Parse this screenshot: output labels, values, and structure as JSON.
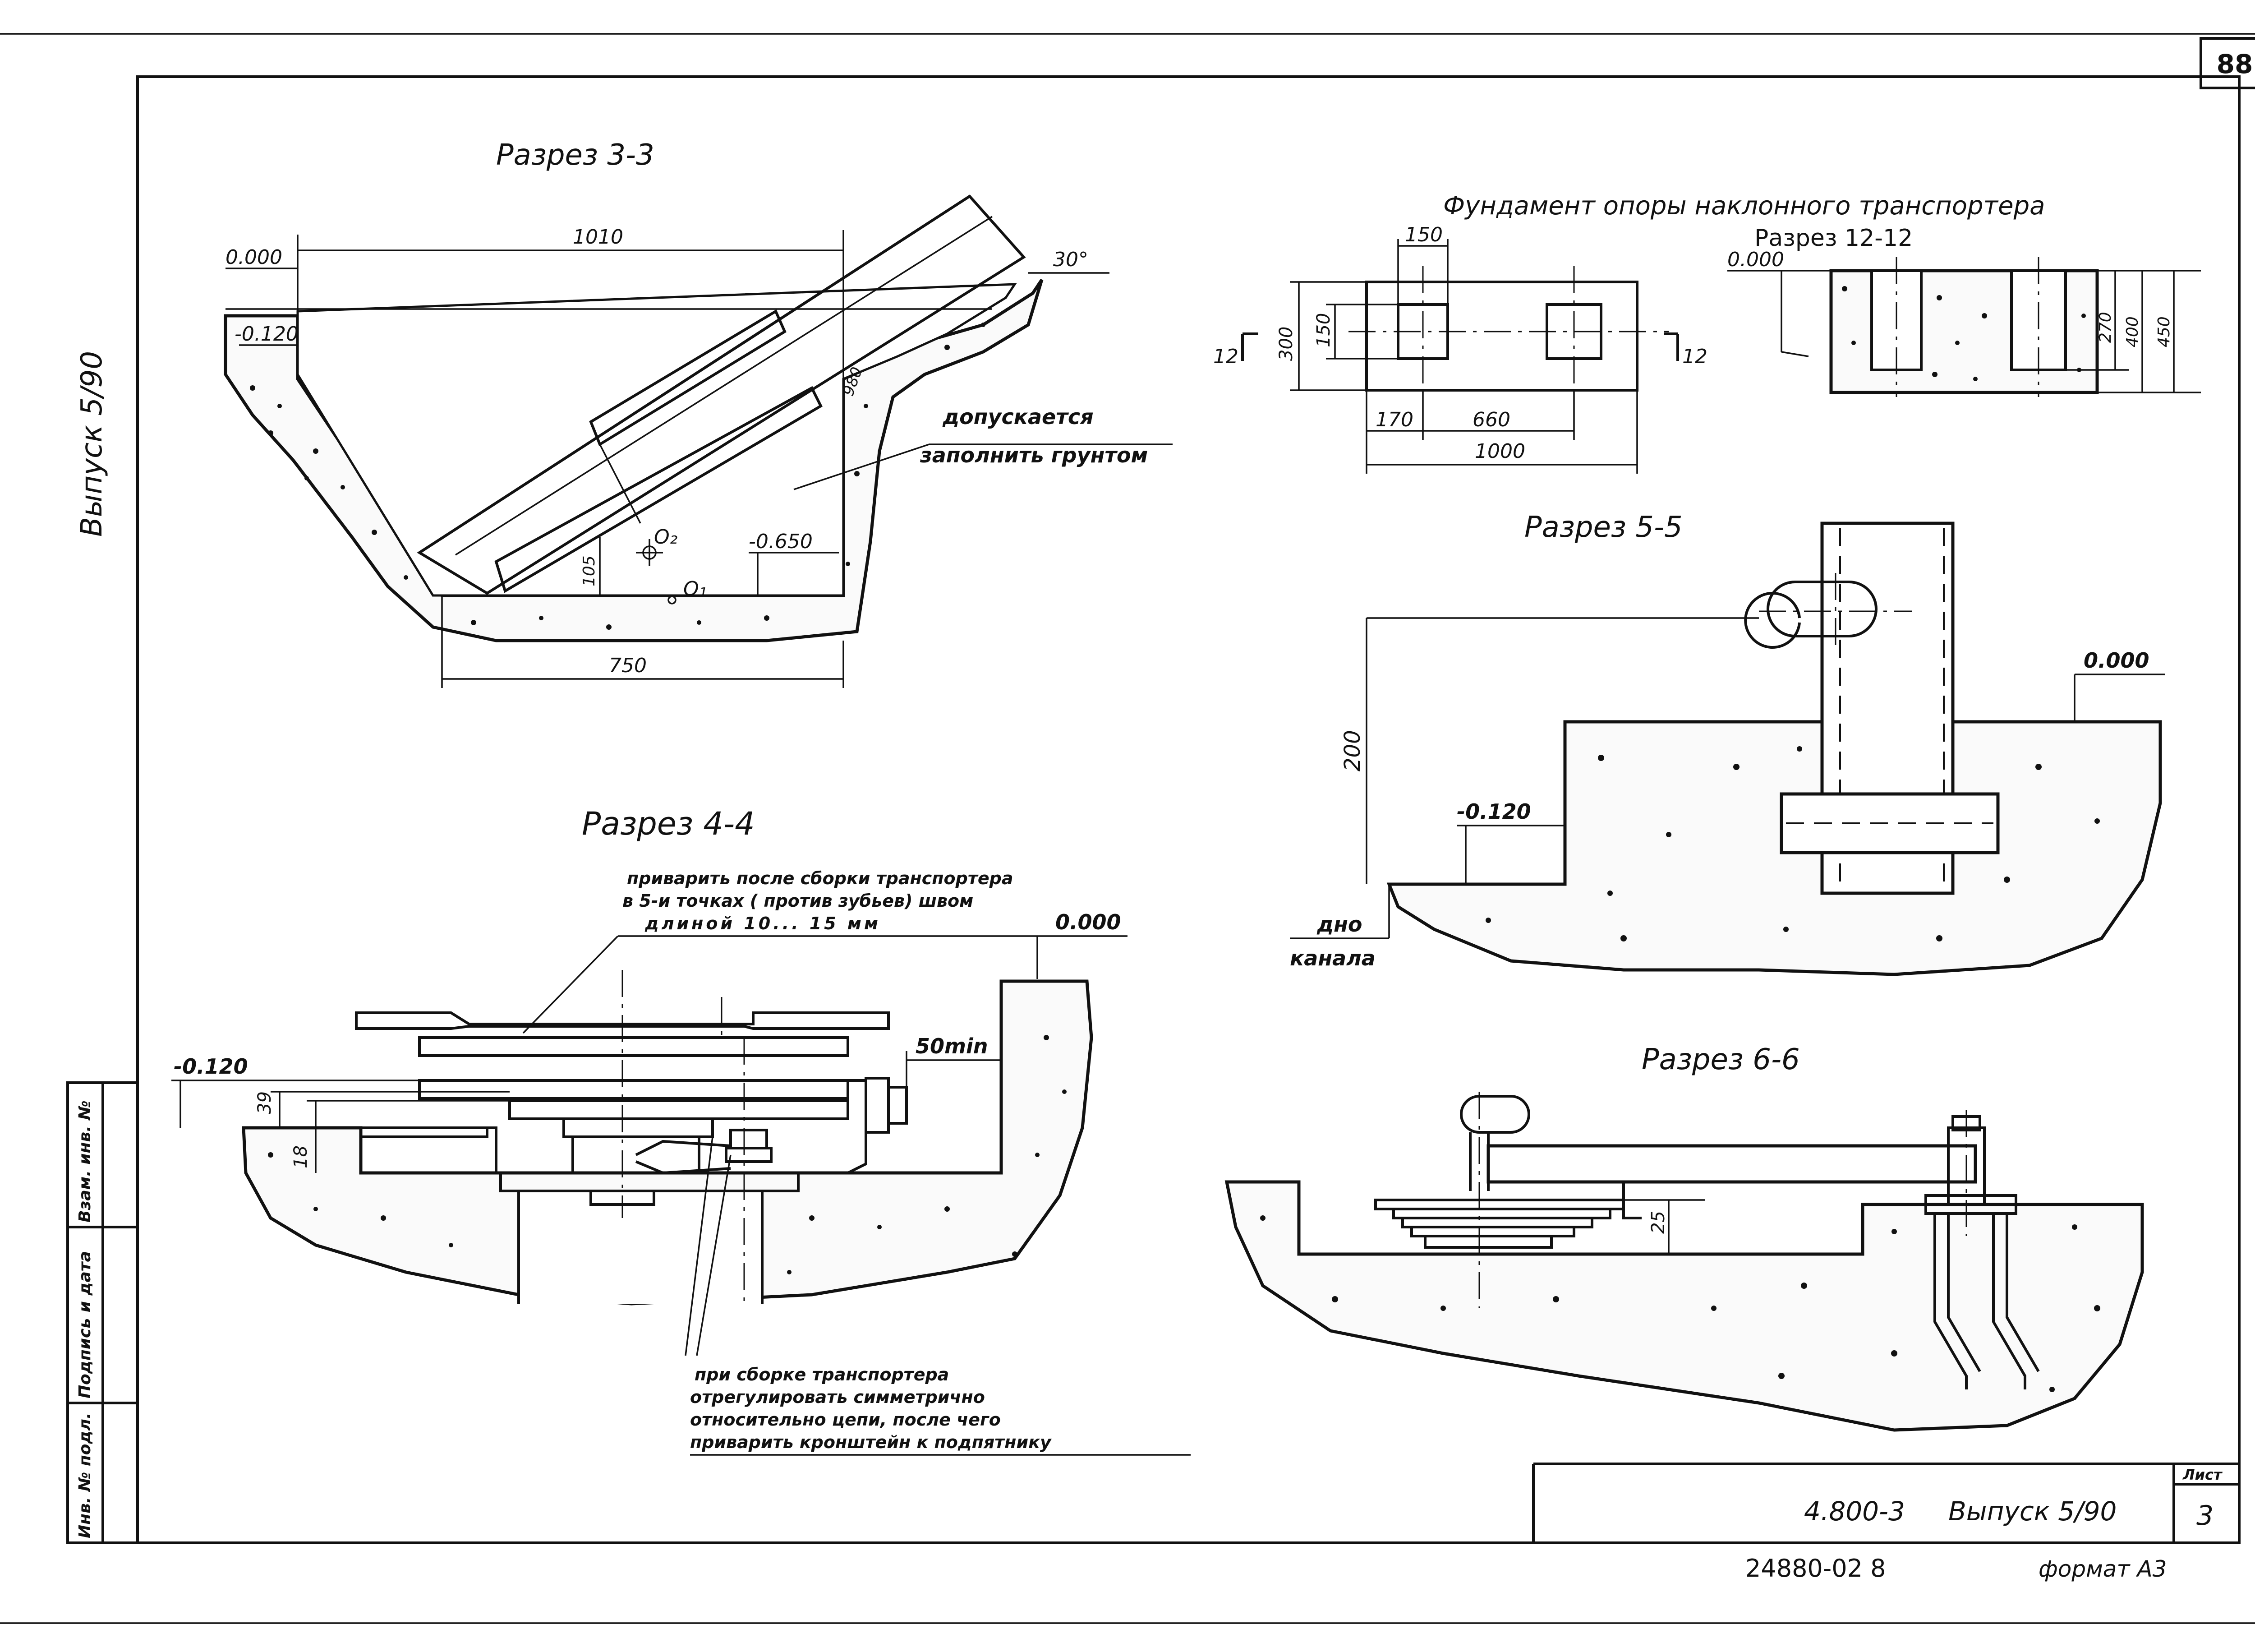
{
  "sheet": {
    "page_number": "88",
    "sidebar_text": "Выпуск 5/90",
    "stamp_fields": [
      "Инв. № подл.",
      "Подпись и дата",
      "Взам. инв. №"
    ]
  },
  "section_3_3": {
    "title": "Разрез 3-3",
    "dims": {
      "width_top": "1010",
      "elev_zero": "0.000",
      "elev_0120": "-0.120",
      "angle": "30°",
      "elev_0650": "-0.650",
      "width_bottom": "750",
      "h105": "105",
      "d980": "980"
    },
    "points": {
      "o1": "O₁",
      "o2": "O₂"
    },
    "note_lines": [
      "допускается",
      "заполнить грунтом"
    ]
  },
  "foundation": {
    "title": "Фундамент опоры наклонного транспортера",
    "cut_label": "Разрез 12-12",
    "cut_mark_left": "12",
    "cut_mark_right": "12",
    "dims": {
      "d150_top": "150",
      "d150_side": "150",
      "d300": "300",
      "d170": "170",
      "d660": "660",
      "d1000": "1000",
      "elev_zero": "0.000",
      "d270": "270",
      "d400": "400",
      "d450": "450"
    }
  },
  "section_4_4": {
    "title": "Разрез 4-4",
    "note_top": [
      "приварить после сборки транспортера",
      "в 5-и точках ( против зубьев) швом",
      "длиной  10... 15 мм"
    ],
    "elev_zero": "0.000",
    "elev_0120": "-0.120",
    "d50min": "50min",
    "d39": "39",
    "d18": "18",
    "note_bottom": [
      "при сборке транспортера",
      "отрегулировать симметрично",
      "относительно цепи, после чего",
      "приварить кронштейн к подпятнику"
    ]
  },
  "section_5_5": {
    "title": "Разрез 5-5",
    "elev_zero": "0.000",
    "elev_0120": "-0.120",
    "d200": "200",
    "bottom_label_1": "дно",
    "bottom_label_2": "канала"
  },
  "section_6_6": {
    "title": "Разрез 6-6",
    "d25": "25"
  },
  "title_block": {
    "doc": "4.800-3",
    "issue": "Выпуск 5/90",
    "sheet_label": "Лист",
    "sheet_no": "3",
    "code": "24880-02  8",
    "format": "формат  А3"
  }
}
